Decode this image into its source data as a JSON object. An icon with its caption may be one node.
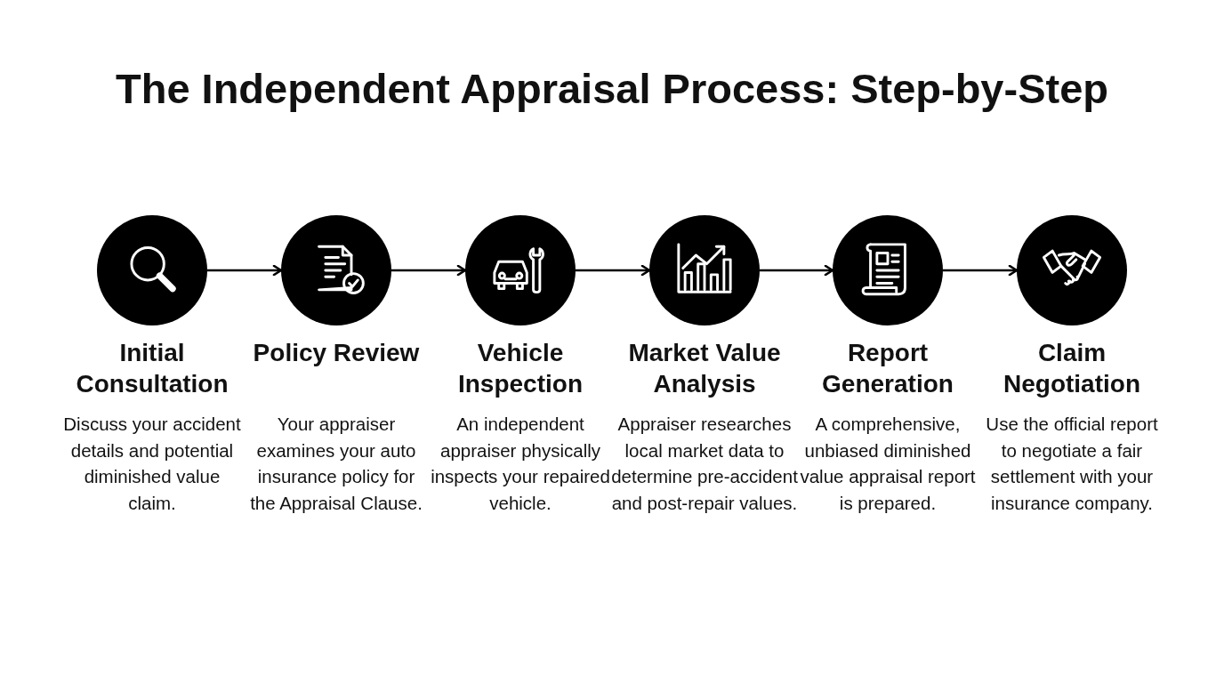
{
  "diagram": {
    "title": "The Independent Appraisal Process: Step-by-Step",
    "nodes": [
      {
        "text": [
          "Initial Consultation",
          "Discuss your accident details and potential diminished value claim."
        ]
      },
      {
        "text": [
          "Policy Review",
          "Your appraiser examines your auto insurance policy for the Appraisal Clause."
        ]
      },
      {
        "text": [
          "Vehicle Inspection",
          "An independent appraiser physically inspects your repaired vehicle."
        ]
      },
      {
        "text": [
          "Market Value Analysis",
          "Appraiser researches local market data to determine pre-accident and post-repair values."
        ]
      },
      {
        "text": [
          "Report Generation",
          "A comprehensive, unbiased diminished value appraisal report is prepared."
        ]
      },
      {
        "text": [
          "Claim Negotiation",
          "Use the official report to negotiate a fair settlement with your insurance company."
        ]
      }
    ],
    "edges": [
      {
        "from": 0,
        "to": 1,
        "arrow": "to"
      },
      {
        "from": 1,
        "to": 2,
        "arrow": "to"
      },
      {
        "from": 2,
        "to": 3,
        "arrow": "to"
      },
      {
        "from": 3,
        "to": 4,
        "arrow": "to"
      },
      {
        "from": 4,
        "to": 5,
        "arrow": "to"
      }
    ]
  }
}
